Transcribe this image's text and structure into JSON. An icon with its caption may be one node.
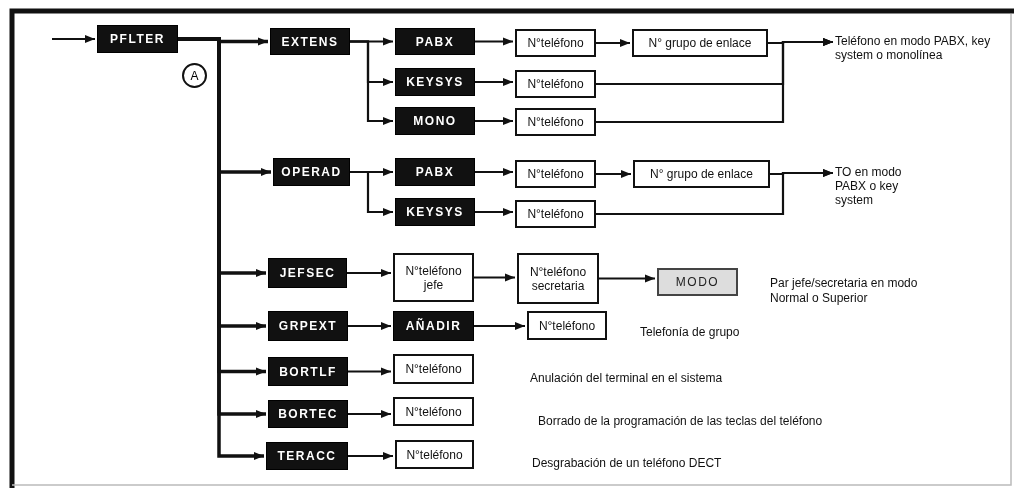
{
  "diagram": {
    "nodes": [
      {
        "text": [
          "PFLTER"
        ]
      },
      {
        "text": [
          "A"
        ]
      },
      {
        "text": [
          "EXTENS"
        ]
      },
      {
        "text": [
          "PABX"
        ]
      },
      {
        "text": [
          "N°teléfono"
        ]
      },
      {
        "text": [
          "N° grupo de enlace"
        ]
      },
      {
        "text": [
          "Teléfono en modo PABX, key system o monolínea"
        ]
      },
      {
        "text": [
          "KEYSYS"
        ]
      },
      {
        "text": [
          "N°teléfono"
        ]
      },
      {
        "text": [
          "MONO"
        ]
      },
      {
        "text": [
          "N°teléfono"
        ]
      },
      {
        "text": [
          "OPERAD"
        ]
      },
      {
        "text": [
          "PABX"
        ]
      },
      {
        "text": [
          "N°teléfono"
        ]
      },
      {
        "text": [
          "N° grupo de enlace"
        ]
      },
      {
        "text": [
          "TO en modo PABX o key system"
        ]
      },
      {
        "text": [
          "KEYSYS"
        ]
      },
      {
        "text": [
          "N°teléfono"
        ]
      },
      {
        "text": [
          "JEFSEC"
        ]
      },
      {
        "text": [
          "N°teléfono jefe"
        ]
      },
      {
        "text": [
          "N°teléfono secretaria"
        ]
      },
      {
        "text": [
          "MODO"
        ]
      },
      {
        "text": [
          "GRPEXT"
        ]
      },
      {
        "text": [
          "AÑADIR"
        ]
      },
      {
        "text": [
          "N°teléfono"
        ]
      },
      {
        "text": [
          "BORTLF"
        ]
      },
      {
        "text": [
          "N°teléfono"
        ]
      },
      {
        "text": [
          "BORTEC"
        ]
      },
      {
        "text": [
          "N°teléfono"
        ]
      },
      {
        "text": [
          "TERACC"
        ]
      },
      {
        "text": [
          "N°teléfono"
        ]
      }
    ],
    "edges": [
      {
        "from": null,
        "to": 0,
        "arrow": "to"
      },
      {
        "from": 0,
        "to": 2,
        "arrow": "to"
      },
      {
        "from": 0,
        "to": 11,
        "arrow": "to"
      },
      {
        "from": 0,
        "to": 18,
        "arrow": "to"
      },
      {
        "from": 0,
        "to": 22,
        "arrow": "to"
      },
      {
        "from": 0,
        "to": 25,
        "arrow": "to"
      },
      {
        "from": 0,
        "to": 27,
        "arrow": "to"
      },
      {
        "from": 0,
        "to": 29,
        "arrow": "to"
      },
      {
        "from": 2,
        "to": 3,
        "arrow": "to"
      },
      {
        "from": 2,
        "to": 7,
        "arrow": "to"
      },
      {
        "from": 2,
        "to": 9,
        "arrow": "to"
      },
      {
        "from": 3,
        "to": 4,
        "arrow": "to"
      },
      {
        "from": 4,
        "to": 5,
        "arrow": "to"
      },
      {
        "from": 5,
        "to": 6,
        "arrow": "to"
      },
      {
        "from": 7,
        "to": 8,
        "arrow": "to"
      },
      {
        "from": 8,
        "to": 6,
        "arrow": "to"
      },
      {
        "from": 9,
        "to": 10,
        "arrow": "to"
      },
      {
        "from": 10,
        "to": 6,
        "arrow": "to"
      },
      {
        "from": 11,
        "to": 12,
        "arrow": "to"
      },
      {
        "from": 11,
        "to": 16,
        "arrow": "to"
      },
      {
        "from": 12,
        "to": 13,
        "arrow": "to"
      },
      {
        "from": 13,
        "to": 14,
        "arrow": "to"
      },
      {
        "from": 14,
        "to": 15,
        "arrow": "to"
      },
      {
        "from": 16,
        "to": 17,
        "arrow": "to"
      },
      {
        "from": 17,
        "to": 15,
        "arrow": "to"
      },
      {
        "from": 18,
        "to": 19,
        "arrow": "to"
      },
      {
        "from": 19,
        "to": 20,
        "arrow": "to"
      },
      {
        "from": 20,
        "to": 21,
        "arrow": "to"
      },
      {
        "from": 22,
        "to": 23,
        "arrow": "to"
      },
      {
        "from": 23,
        "to": 24,
        "arrow": "to"
      },
      {
        "from": 25,
        "to": 26,
        "arrow": "to"
      },
      {
        "from": 27,
        "to": 28,
        "arrow": "to"
      },
      {
        "from": 29,
        "to": 30,
        "arrow": "to"
      }
    ],
    "labels": [
      "Par jefe/secretaria en modo Normal o Superior",
      "Telefonía de grupo",
      "Anulación del terminal en el sistema",
      "Borrado de la programación de las teclas del teléfono",
      "Desgrabación de un teléfono DECT"
    ]
  }
}
